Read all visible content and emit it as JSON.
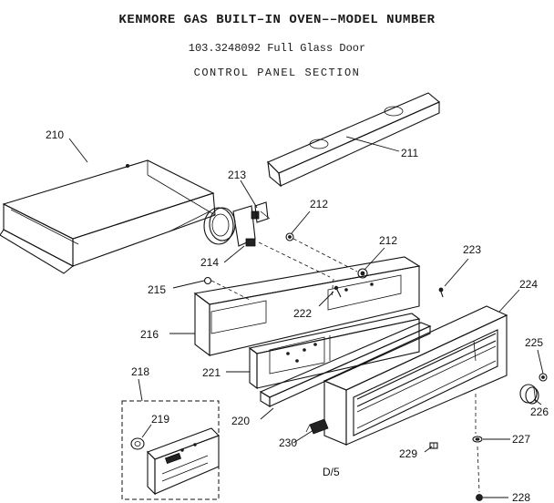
{
  "header": {
    "title": "KENMORE GAS BUILT–IN OVEN––MODEL NUMBER",
    "model": "103.3248092 Full Glass Door",
    "section": "CONTROL PANEL SECTION"
  },
  "part_labels": {
    "p210": "210",
    "p211": "211",
    "p213": "213",
    "p212a": "212",
    "p212b": "212",
    "p214": "214",
    "p215": "215",
    "p222": "222",
    "p223": "223",
    "p224": "224",
    "p216": "216",
    "p221": "221",
    "p225": "225",
    "p218": "218",
    "p219": "219",
    "p220": "220",
    "p226": "226",
    "p229": "229",
    "p227": "227",
    "p230": "230",
    "p228": "228"
  },
  "page_ref": "D/5"
}
